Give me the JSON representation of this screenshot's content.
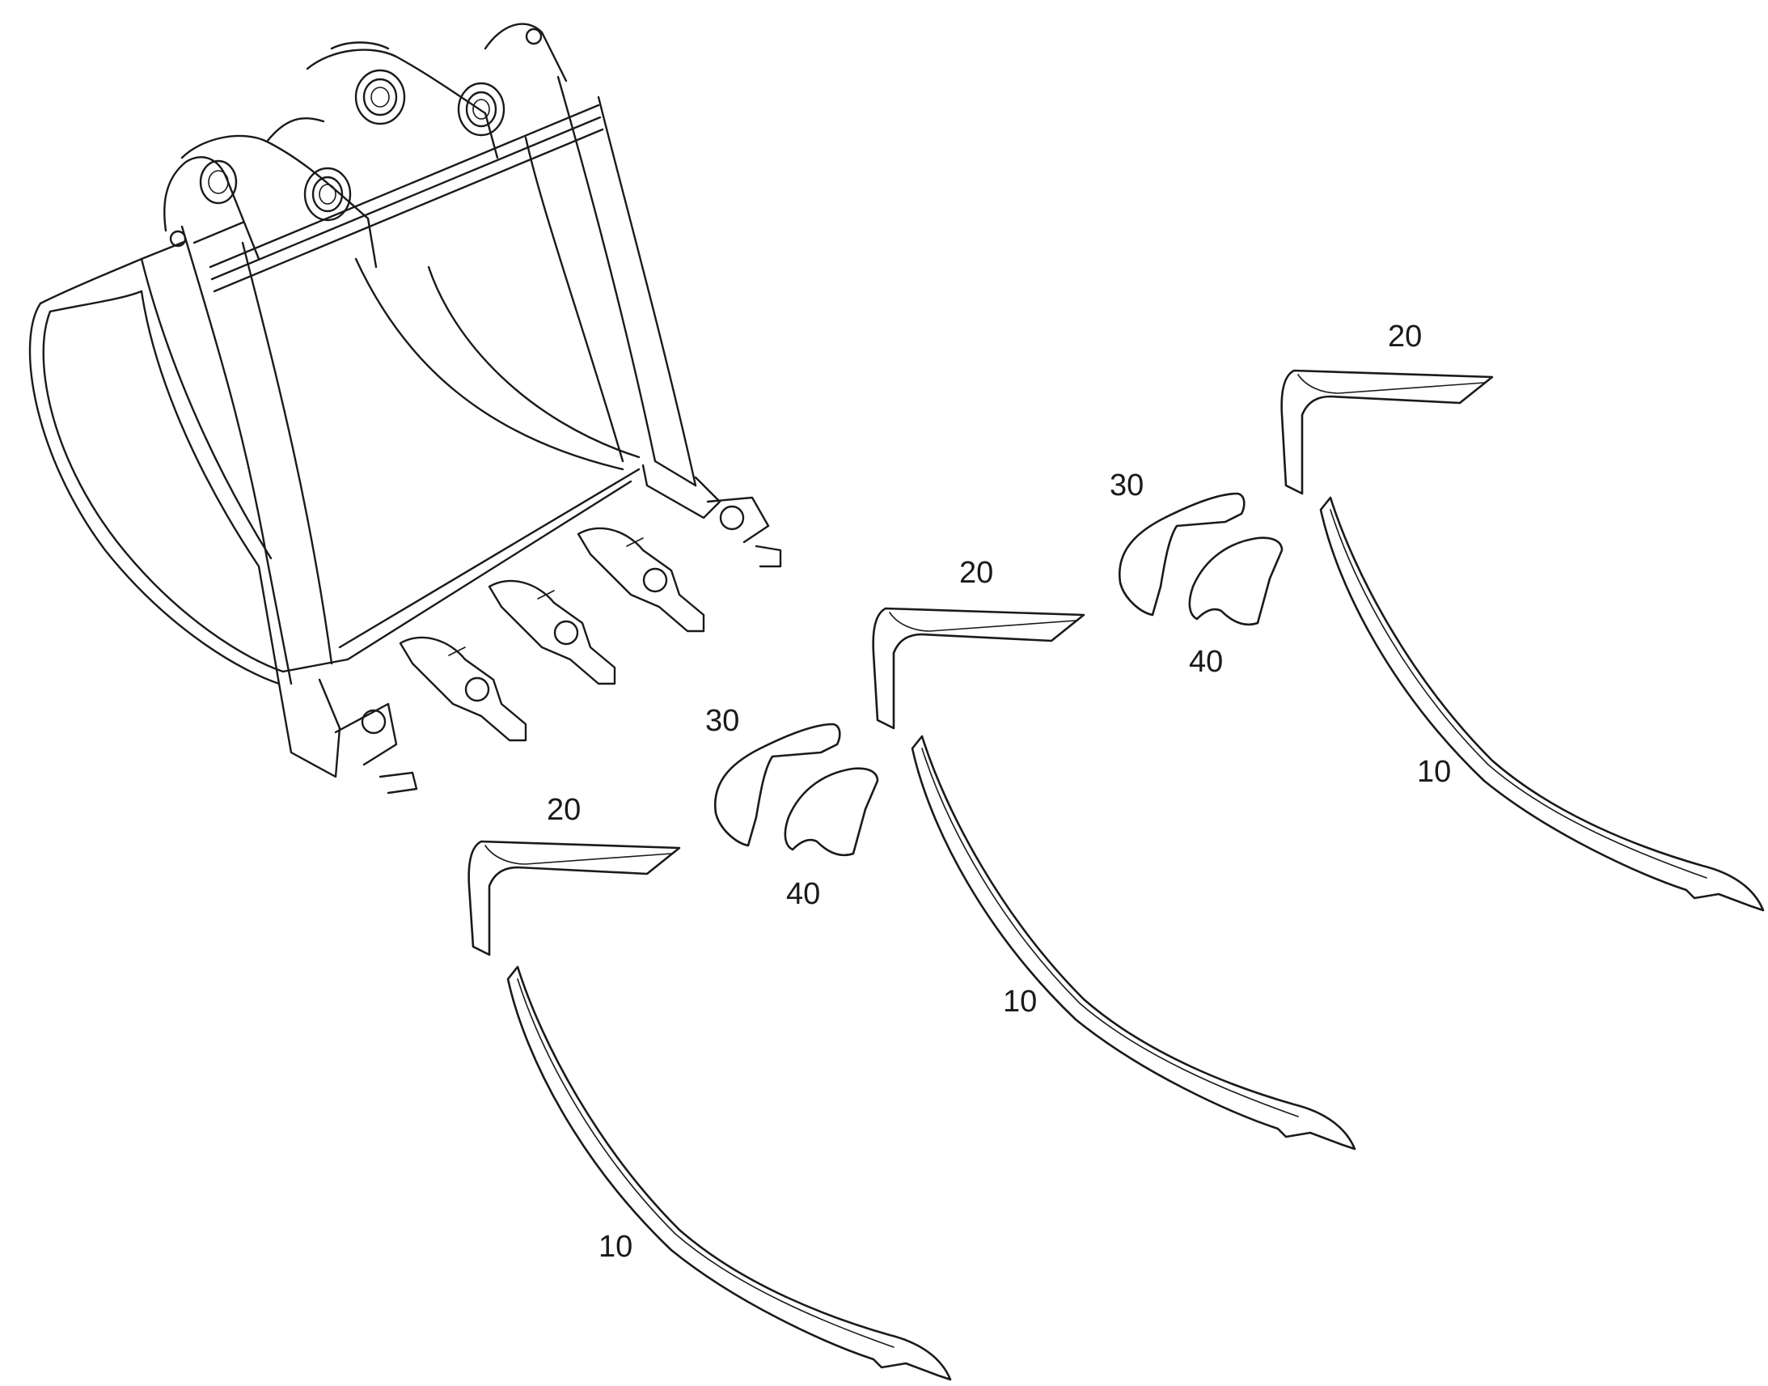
{
  "callouts": {
    "c20_a": "20",
    "c20_b": "20",
    "c20_c": "20",
    "c30_a": "30",
    "c30_b": "30",
    "c40_a": "40",
    "c40_b": "40",
    "c10_a": "10",
    "c10_b": "10",
    "c10_c": "10"
  },
  "colors": {
    "line": "#1a1a1a",
    "background": "#ffffff"
  }
}
